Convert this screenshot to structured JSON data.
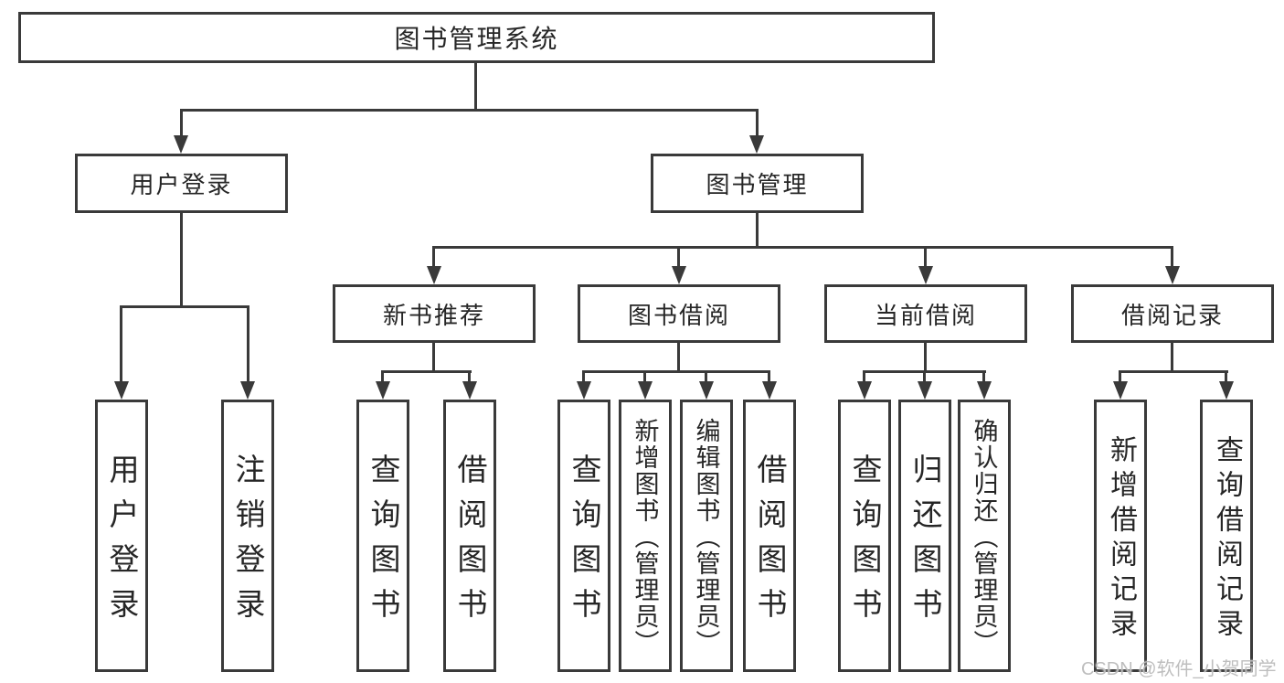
{
  "diagram": {
    "root": {
      "label": "图书管理系统"
    },
    "branches": [
      {
        "label": "用户登录",
        "children": [
          {
            "label": "用户登录"
          },
          {
            "label": "注销登录"
          }
        ]
      },
      {
        "label": "图书管理",
        "children": [
          {
            "label": "新书推荐",
            "children": [
              {
                "label": "查询图书"
              },
              {
                "label": "借阅图书"
              }
            ]
          },
          {
            "label": "图书借阅",
            "children": [
              {
                "label": "查询图书"
              },
              {
                "label": "新增图书（管理员）"
              },
              {
                "label": "编辑图书（管理员）"
              },
              {
                "label": "借阅图书"
              }
            ]
          },
          {
            "label": "当前借阅",
            "children": [
              {
                "label": "查询图书"
              },
              {
                "label": "归还图书"
              },
              {
                "label": "确认归还（管理员）"
              }
            ]
          },
          {
            "label": "借阅记录",
            "children": [
              {
                "label": "新增借阅记录"
              },
              {
                "label": "查询借阅记录"
              }
            ]
          }
        ]
      }
    ]
  },
  "watermark": {
    "text": "CSDN @软件_小贺同学"
  },
  "colors": {
    "line": "#3a3a3a",
    "text": "#262626",
    "watermark": "#bababa",
    "background": "#ffffff"
  }
}
